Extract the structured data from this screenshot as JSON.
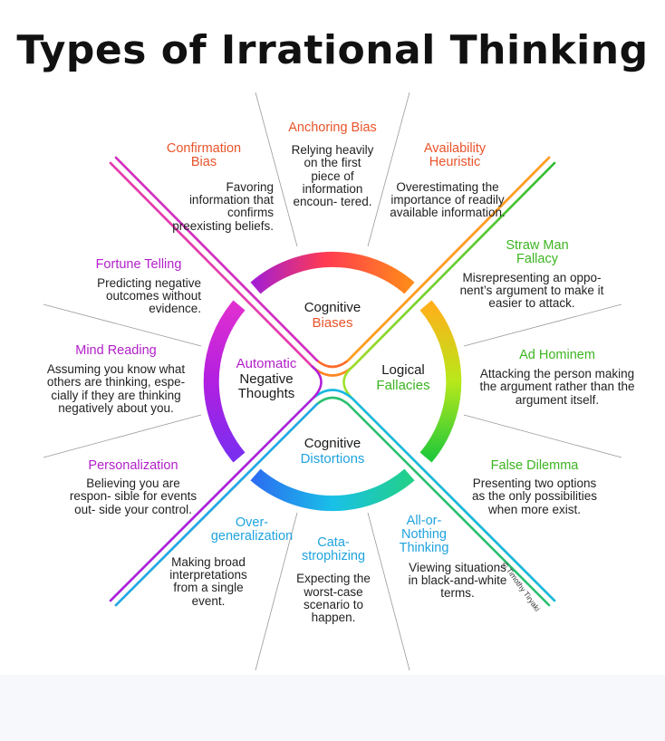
{
  "title": "Types of Irrational Thinking",
  "center": {
    "top": {
      "line1": "Cognitive",
      "line2": "Biases",
      "color": "#e8542a"
    },
    "right": {
      "line1": "Logical",
      "line2": "Fallacies",
      "color": "#3cb521"
    },
    "bottom": {
      "line1": "Cognitive",
      "line2": "Distortions",
      "color": "#1fa3df"
    },
    "left": {
      "line1": "Automatic",
      "line2": "Negative",
      "line3": "Thoughts",
      "color": "#b21fc9"
    }
  },
  "items": {
    "anchoring": {
      "title": "Anchoring Bias",
      "text": "Relying heavily on the first piece of information encoun- tered."
    },
    "confirmation": {
      "title1": "Confirmation",
      "title2": "Bias",
      "text": "Favoring information that confirms preexisting beliefs."
    },
    "availability": {
      "title1": "Availability",
      "title2": "Heuristic",
      "text": "Overestimating the importance of readily available information."
    },
    "strawman": {
      "title1": "Straw Man",
      "title2": "Fallacy",
      "text": "Misrepresenting an oppo- nent’s argument to make it easier to attack."
    },
    "adhominem": {
      "title": "Ad Hominem",
      "text": "Attacking the person making the argument rather than the argument itself."
    },
    "falsedilemma": {
      "title": "False Dilemma",
      "text": "Presenting two options as the only possibilities when more exist."
    },
    "allornothing": {
      "title1": "All-or-",
      "title2": "Nothing",
      "title3": "Thinking",
      "text": "Viewing situations in black-and-white terms."
    },
    "catastrophizing": {
      "title1": "Cata-",
      "title2": "strophizing",
      "text": "Expecting the worst-case scenario to happen."
    },
    "overgeneralization": {
      "title1": "Over-",
      "title2": "generalization",
      "text": "Making broad interpretations from a single event."
    },
    "personalization": {
      "title": "Personalization",
      "text": "Believing you are respon- sible for events out- side your control."
    },
    "mindreading": {
      "title": "Mind Reading",
      "text": "Assuming you know what others are thinking, espe- cially if they are thinking negatively about you."
    },
    "fortunetelling": {
      "title": "Fortune Telling",
      "text": "Predicting negative outcomes without evidence."
    }
  },
  "credit": "© Timothy Tiryaki",
  "colors": {
    "orange": "#e8542a",
    "green": "#3cb521",
    "blue": "#1fa3df",
    "purple": "#b21fc9"
  }
}
